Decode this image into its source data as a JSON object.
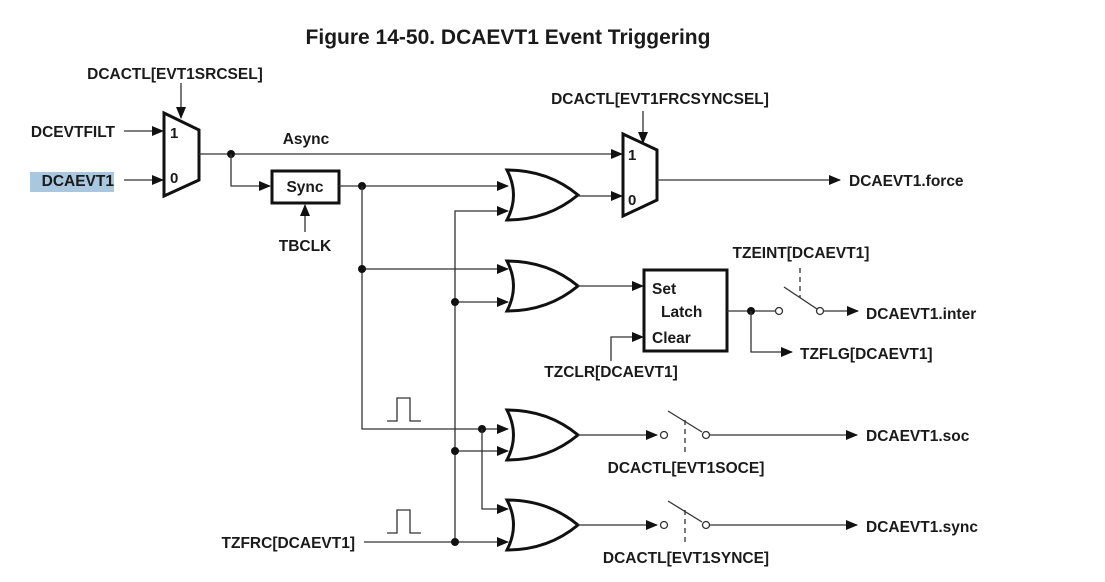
{
  "title": "Figure 14-50. DCAEVT1 Event Triggering",
  "inputs": {
    "dcevtfilt": "DCEVTFILT",
    "dcaevt1": "DCAEVT1",
    "tbclk": "TBCLK",
    "tzfrc": "TZFRC[DCAEVT1]",
    "tzclr": "TZCLR[DCAEVT1]"
  },
  "controls": {
    "evt1srcsel": "DCACTL[EVT1SRCSEL]",
    "evt1frcsyncsel": "DCACTL[EVT1FRCSYNCSEL]",
    "tzeint": "TZEINT[DCAEVT1]",
    "evt1soce": "DCACTL[EVT1SOCE]",
    "evt1synce": "DCACTL[EVT1SYNCE]"
  },
  "mux1": {
    "in1": "1",
    "in0": "0"
  },
  "mux2": {
    "in1": "1",
    "in0": "0"
  },
  "async_label": "Async",
  "sync_block": "Sync",
  "latch": {
    "set": "Set",
    "latch": "Latch",
    "clear": "Clear"
  },
  "outputs": {
    "force": "DCAEVT1.force",
    "inter": "DCAEVT1.inter",
    "tzflg": "TZFLG[DCAEVT1]",
    "soc": "DCAEVT1.soc",
    "sync": "DCAEVT1.sync"
  },
  "highlight_color": "#a9c8e0"
}
